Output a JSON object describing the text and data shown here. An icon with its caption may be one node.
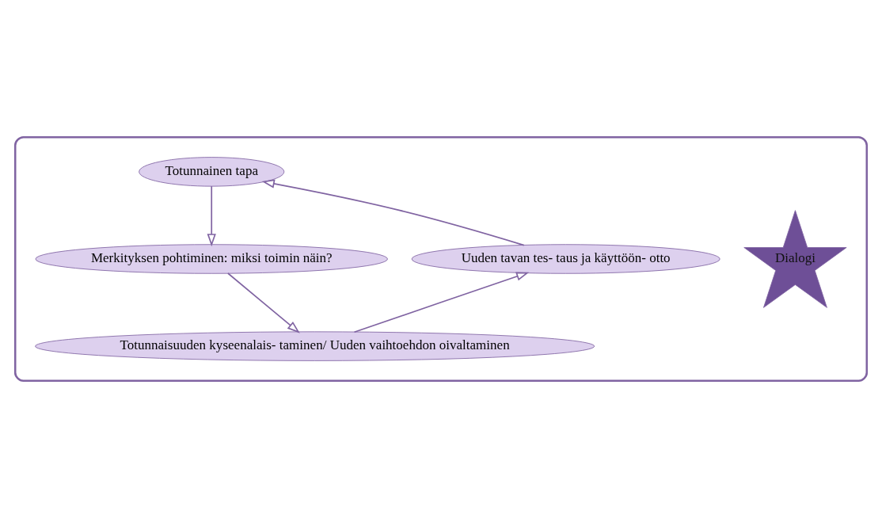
{
  "diagram": {
    "nodes": [
      {
        "text": [],
        "shape": "box"
      },
      {
        "text": [
          "Totunnainen tapa"
        ],
        "in": 0
      },
      {
        "text": [
          "Merkityksen pohtiminen: miksi toimin näin?"
        ],
        "in": 0
      },
      {
        "text": [
          "Totunnaisuuden kyseenalais- taminen/ Uuden vaihtoehdon oivaltaminen"
        ],
        "in": 0
      },
      {
        "text": [
          "Uuden tavan tes- taus ja käyttöön- otto"
        ],
        "in": 0
      },
      {
        "text": [
          "Dialogi"
        ],
        "in": 0
      }
    ],
    "edges": [
      {
        "from": 1,
        "to": 2,
        "arrow": "to"
      },
      {
        "from": 2,
        "to": 3,
        "arrow": "to"
      },
      {
        "from": 3,
        "to": 4,
        "arrow": "to"
      },
      {
        "from": 4,
        "to": 1,
        "arrow": "to"
      }
    ]
  }
}
